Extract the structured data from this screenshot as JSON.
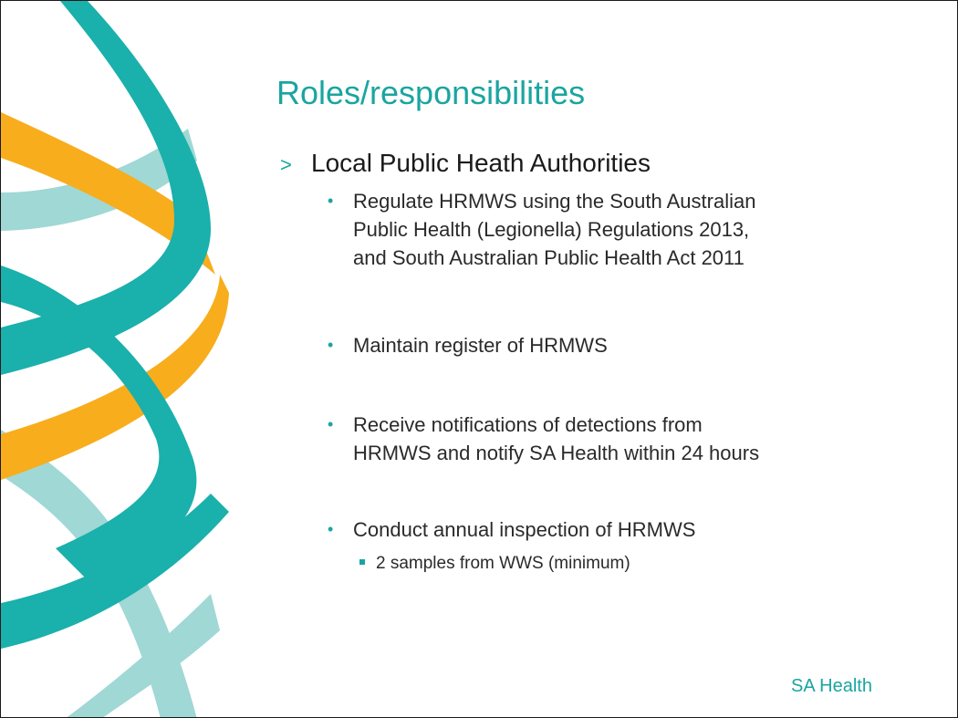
{
  "slide": {
    "title": "Roles/responsibilities",
    "level1": {
      "marker": ">",
      "text": "Local Public Heath Authorities"
    },
    "bullets": [
      {
        "lines": [
          "Regulate HRMWS using the South Australian",
          "Public Health (Legionella) Regulations 2013,",
          "and South Australian Public Health Act 2011"
        ]
      },
      {
        "lines": [
          "Maintain register of HRMWS"
        ]
      },
      {
        "lines": [
          "Receive notifications of detections from",
          "HRMWS and notify SA Health within 24 hours"
        ]
      },
      {
        "lines": [
          "Conduct annual inspection of HRMWS"
        ]
      }
    ],
    "subbullet": "2 samples from WWS (minimum)",
    "footer": "SA Health"
  },
  "colors": {
    "accent": "#1aa5a0",
    "ribbon_teal": "#1ab0ac",
    "ribbon_light": "#9fd8d5",
    "ribbon_orange": "#f8ad1d"
  }
}
